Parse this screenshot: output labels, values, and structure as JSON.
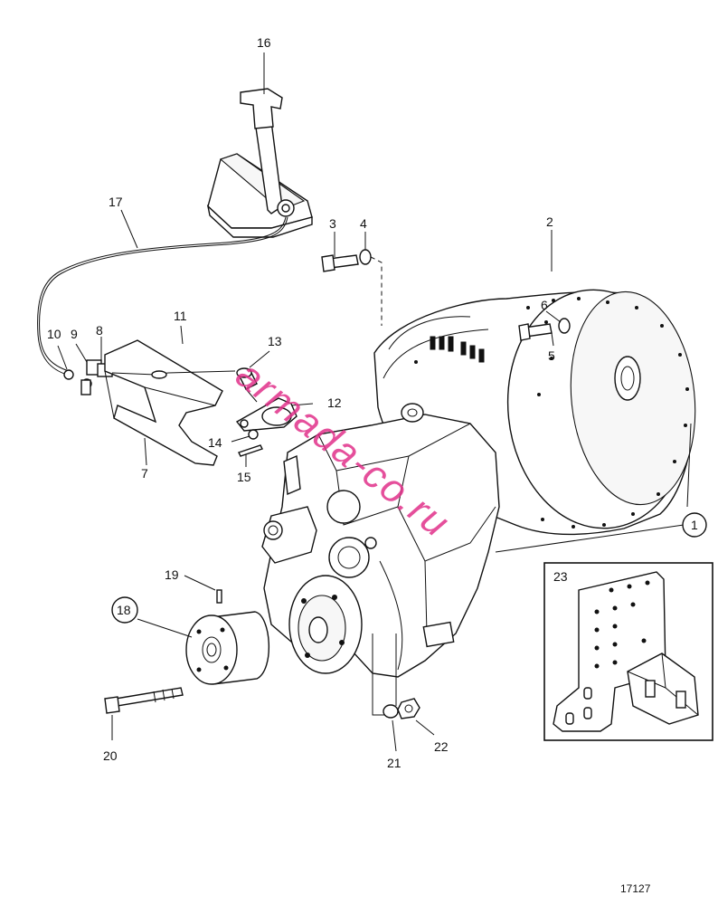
{
  "figure_number": "17127",
  "watermark": "armada-co.ru",
  "callouts": [
    {
      "id": "1",
      "label": "1"
    },
    {
      "id": "2",
      "label": "2"
    },
    {
      "id": "3",
      "label": "3"
    },
    {
      "id": "4",
      "label": "4"
    },
    {
      "id": "5",
      "label": "5"
    },
    {
      "id": "6",
      "label": "6"
    },
    {
      "id": "7",
      "label": "7"
    },
    {
      "id": "8",
      "label": "8"
    },
    {
      "id": "9",
      "label": "9"
    },
    {
      "id": "10",
      "label": "10"
    },
    {
      "id": "11",
      "label": "11"
    },
    {
      "id": "12",
      "label": "12"
    },
    {
      "id": "13",
      "label": "13"
    },
    {
      "id": "14",
      "label": "14"
    },
    {
      "id": "15",
      "label": "15"
    },
    {
      "id": "16",
      "label": "16"
    },
    {
      "id": "17",
      "label": "17"
    },
    {
      "id": "18",
      "label": "18"
    },
    {
      "id": "19",
      "label": "19"
    },
    {
      "id": "20",
      "label": "20"
    },
    {
      "id": "21",
      "label": "21"
    },
    {
      "id": "22",
      "label": "22"
    },
    {
      "id": "23",
      "label": "23"
    }
  ]
}
